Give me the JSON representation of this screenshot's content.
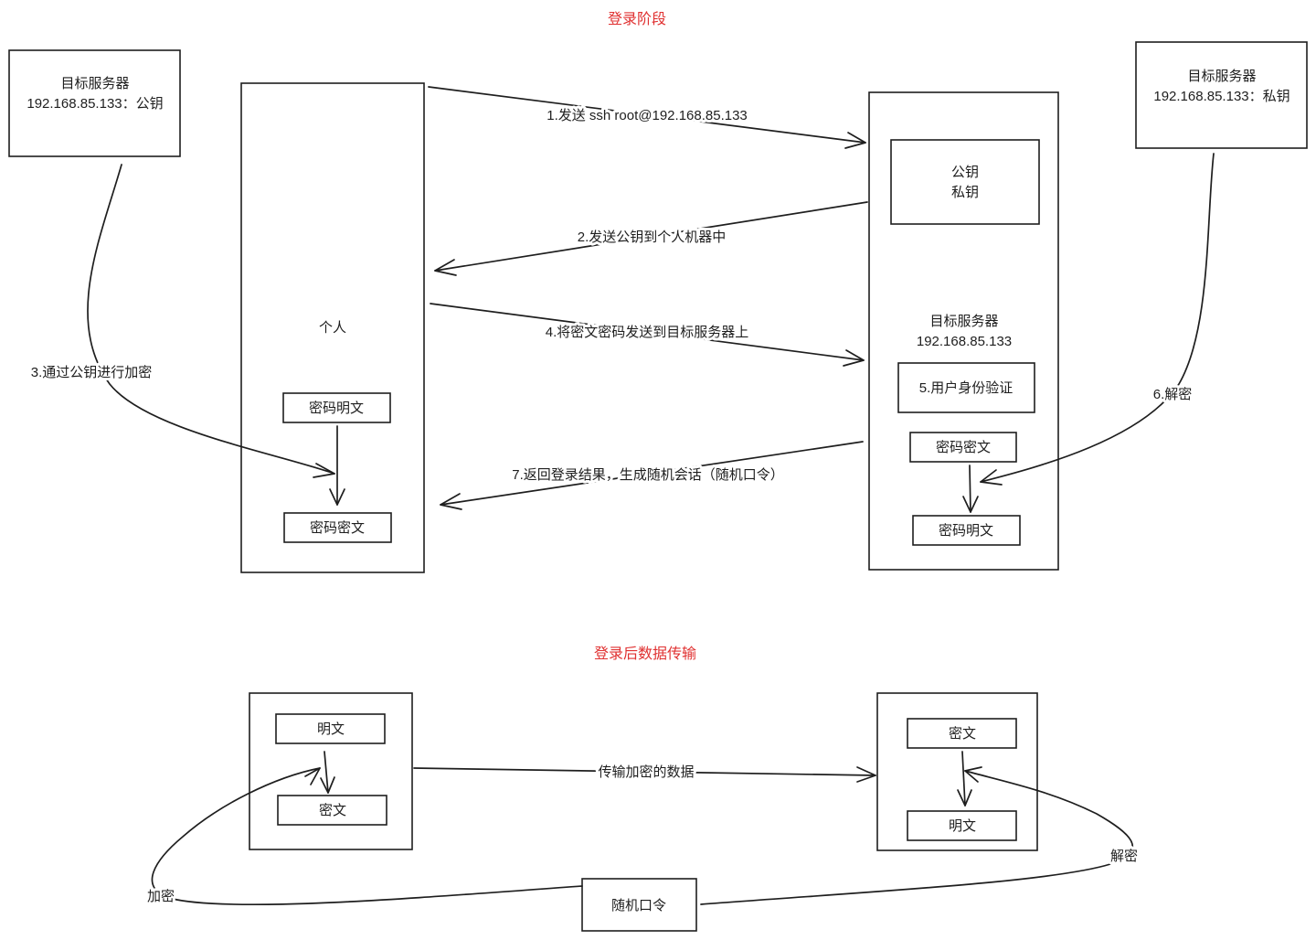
{
  "titles": {
    "login_phase": "登录阶段",
    "after_login": "登录后数据传输"
  },
  "server_pubkey": {
    "line1": "目标服务器",
    "line2": "192.168.85.133：公钥"
  },
  "server_privkey": {
    "line1": "目标服务器",
    "line2": "192.168.85.133：私钥"
  },
  "personal": {
    "label": "个人",
    "plain": "密码明文",
    "cipher": "密码密文"
  },
  "target": {
    "key_public": "公钥",
    "key_private": "私钥",
    "label_line1": "目标服务器",
    "label_line2": "192.168.85.133",
    "auth": "5.用户身份验证",
    "cipher": "密码密文",
    "plain": "密码明文"
  },
  "steps": {
    "s1": "1.发送 ssh root@192.168.85.133",
    "s2": "2.发送公钥到个人机器中",
    "s3": "3.通过公钥进行加密",
    "s4": "4.将密文密码发送到目标服务器上",
    "s6": "6.解密",
    "s7": "7.返回登录结果，生成随机会话（随机口令）"
  },
  "transfer": {
    "left_plain": "明文",
    "left_cipher": "密文",
    "right_cipher": "密文",
    "right_plain": "明文",
    "middle": "传输加密的数据",
    "token": "随机口令",
    "encrypt": "加密",
    "decrypt": "解密"
  }
}
